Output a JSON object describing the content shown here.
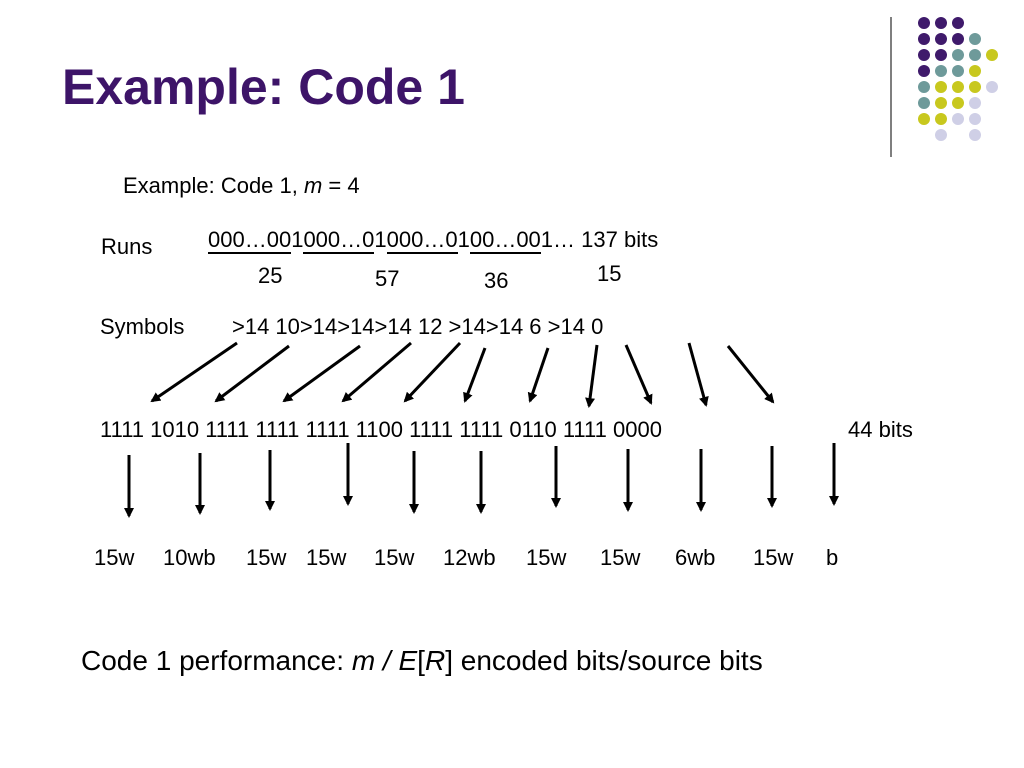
{
  "slide": {
    "title": "Example: Code 1",
    "example_prefix": "Example:  Code 1, ",
    "example_m": "m",
    "example_suffix": " = 4",
    "runs_label": "Runs",
    "runs_parts": [
      "000…00",
      "1",
      "000…0",
      "1",
      "000…0",
      "1",
      "00…00",
      "1",
      "… 137 bits"
    ],
    "run_lengths": [
      "25",
      "57",
      "36",
      "15"
    ],
    "symbols_label": "Symbols",
    "symbols_text": ">14 10>14>14>14 12 >14>14 6  >14  0",
    "codeword_text": "1111 1010 1111 1111 1111 1100 1111 1111 0110 1111 0000",
    "codeword_bits": "44 bits",
    "decoded": [
      "15w",
      "10wb",
      "15w",
      "15w",
      "15w",
      "12wb",
      "15w",
      "15w",
      "6wb",
      "15w",
      "b"
    ],
    "performance_prefix": "Code 1 performance: ",
    "performance_m": "m",
    "performance_slash": " / ",
    "performance_E": "E",
    "performance_lb": "[",
    "performance_R": "R",
    "performance_suffix": "] encoded bits/source bits"
  },
  "colors": {
    "title": "#3d1468",
    "purple": "#3f1a6b",
    "teal": "#6e9a9a",
    "olive": "#c8c81e",
    "lavender": "#cfcfe6"
  }
}
